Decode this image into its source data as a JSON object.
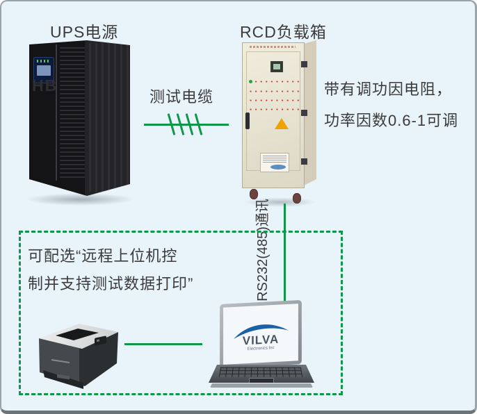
{
  "page": {
    "labels": {
      "ups_title": "UPS电源",
      "rcd_title": "RCD负载箱",
      "cable_label": "测试电缆",
      "note_line1": "带有调功因电阻，",
      "note_line2": "功率因数0.6-1可调",
      "comm_label": "RS232(485)通讯",
      "optional_line1": "可配选“远程上位机控",
      "optional_line2": "制并支持测试数据打印”",
      "ups_logo": "HB",
      "laptop_brand": "VILVA",
      "laptop_brand_sub": "Electronics Inc"
    },
    "colors": {
      "background": "#e9f3fa",
      "line_green": "#0e9649",
      "text": "#3b3b3b",
      "warning_orange": "#f0a200",
      "indicator_red": "#ce3a30",
      "indicator_green": "#2fa045",
      "logo_blue": "#1c61a8"
    }
  }
}
